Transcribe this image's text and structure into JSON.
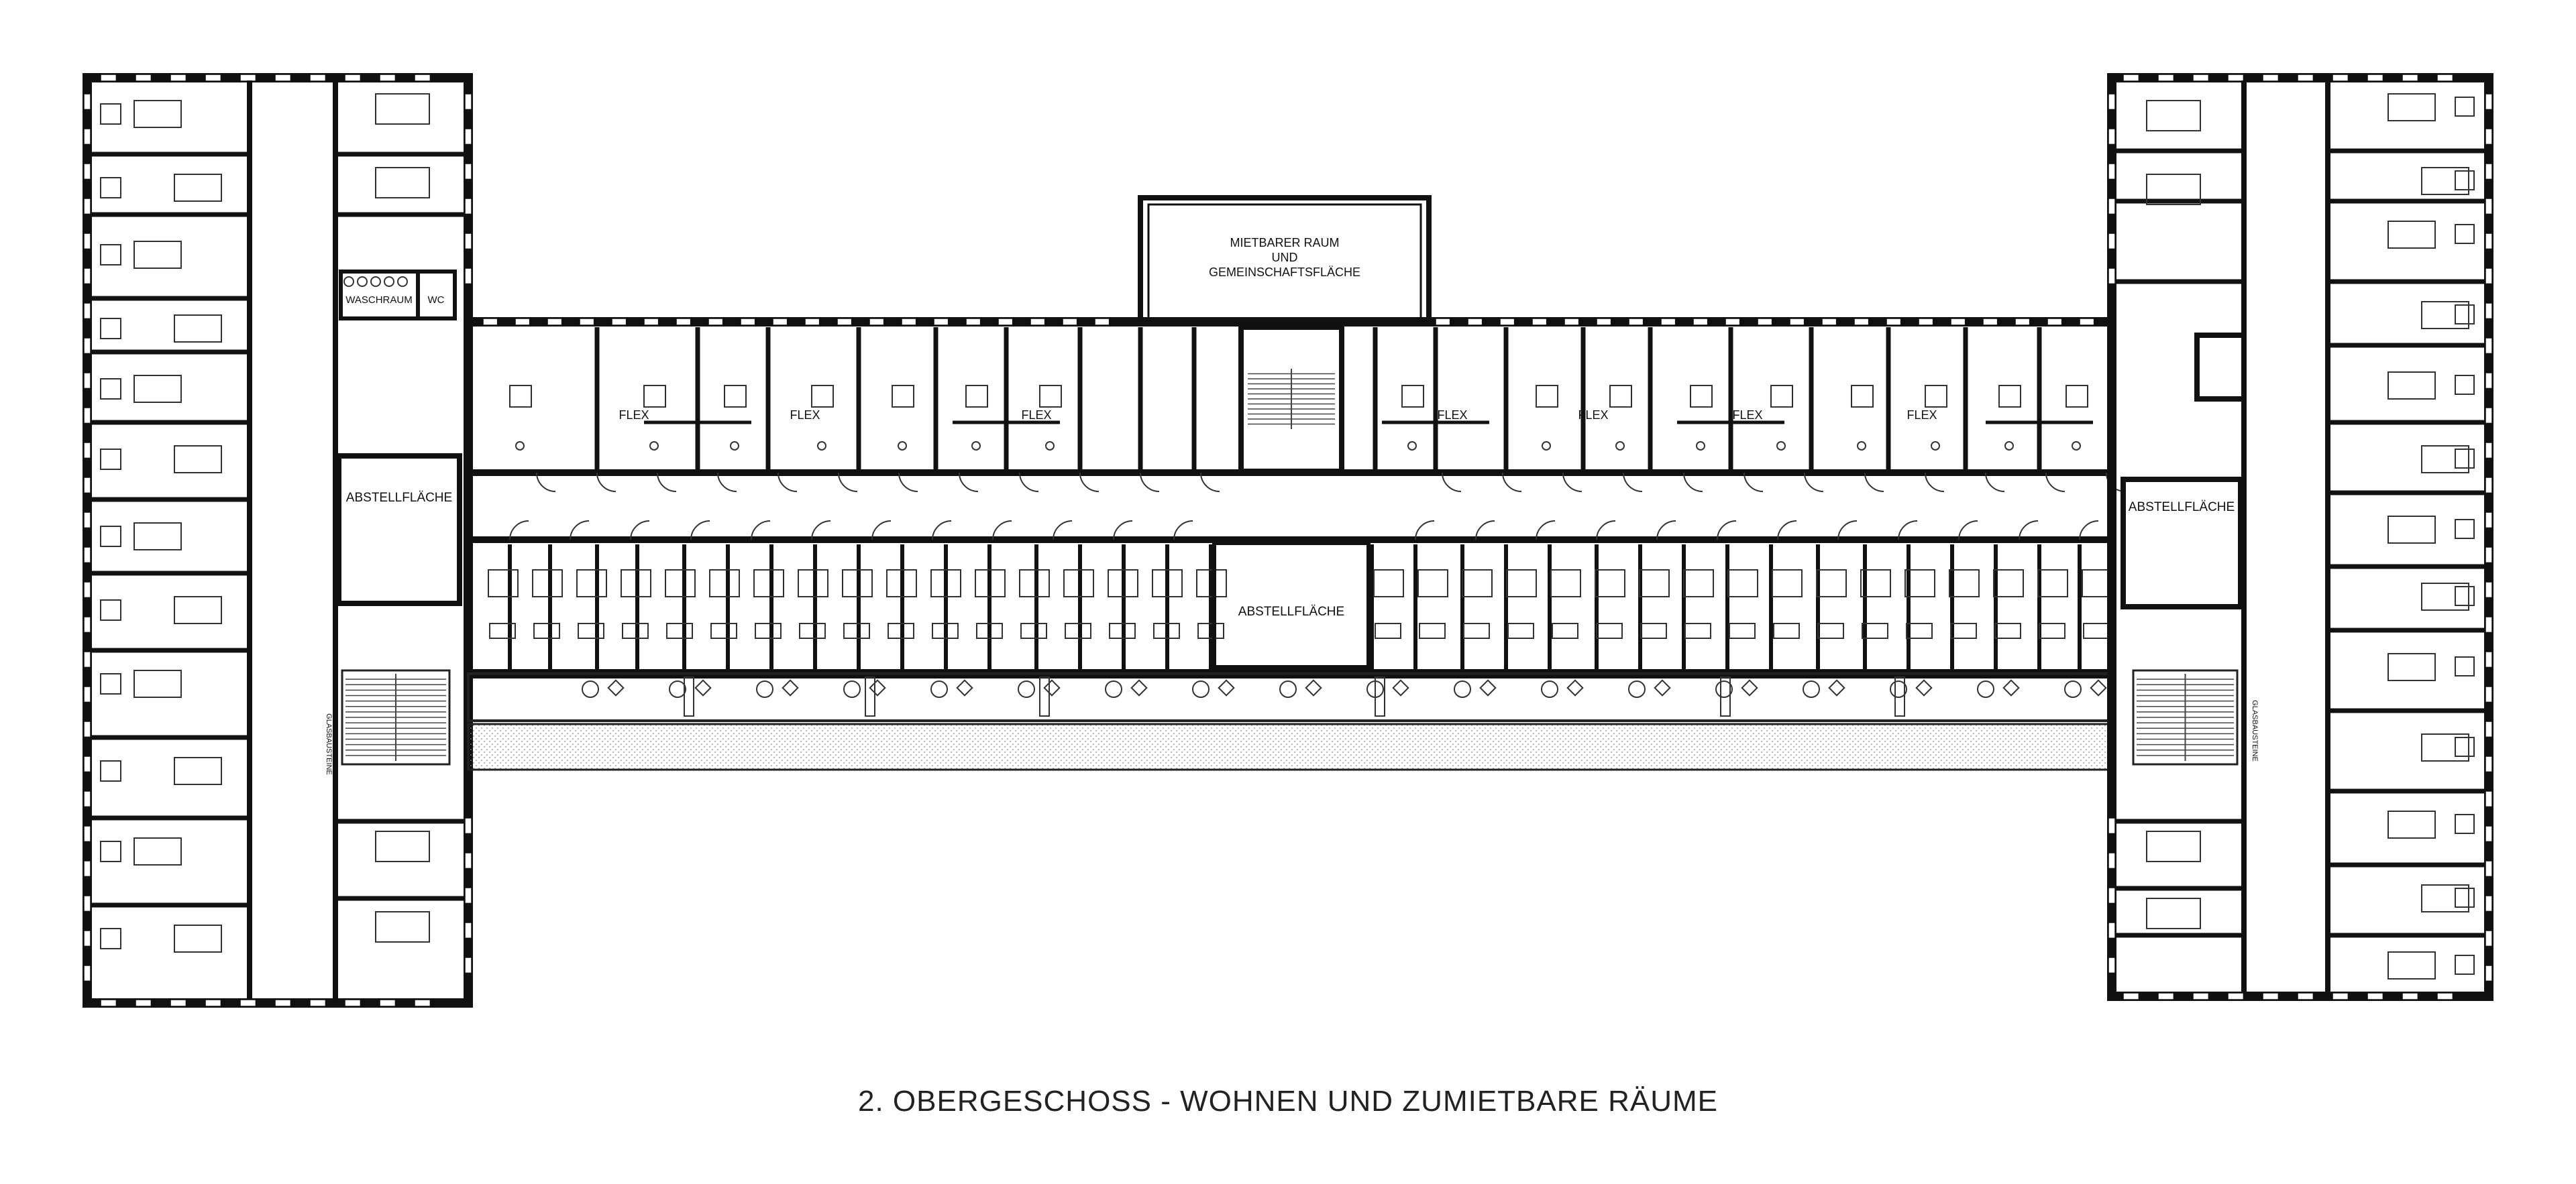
{
  "caption": "2. OBERGESCHOSS - WOHNEN UND ZUMIETBARE RÄUME",
  "labels": {
    "mietbarer_raum_1": "MIETBARER RAUM",
    "mietbarer_raum_2": "UND",
    "mietbarer_raum_3": "GEMEINSCHAFTSFLÄCHE",
    "waschraum": "WASCHRAUM",
    "wc": "WC",
    "abstellflaeche": "ABSTELLFLÄCHE",
    "flex": "FLEX",
    "glasbausteine": "GLASBAUSTEINE"
  },
  "colors": {
    "wall": "#111111",
    "line": "#222222",
    "fill": "#ffffff"
  }
}
